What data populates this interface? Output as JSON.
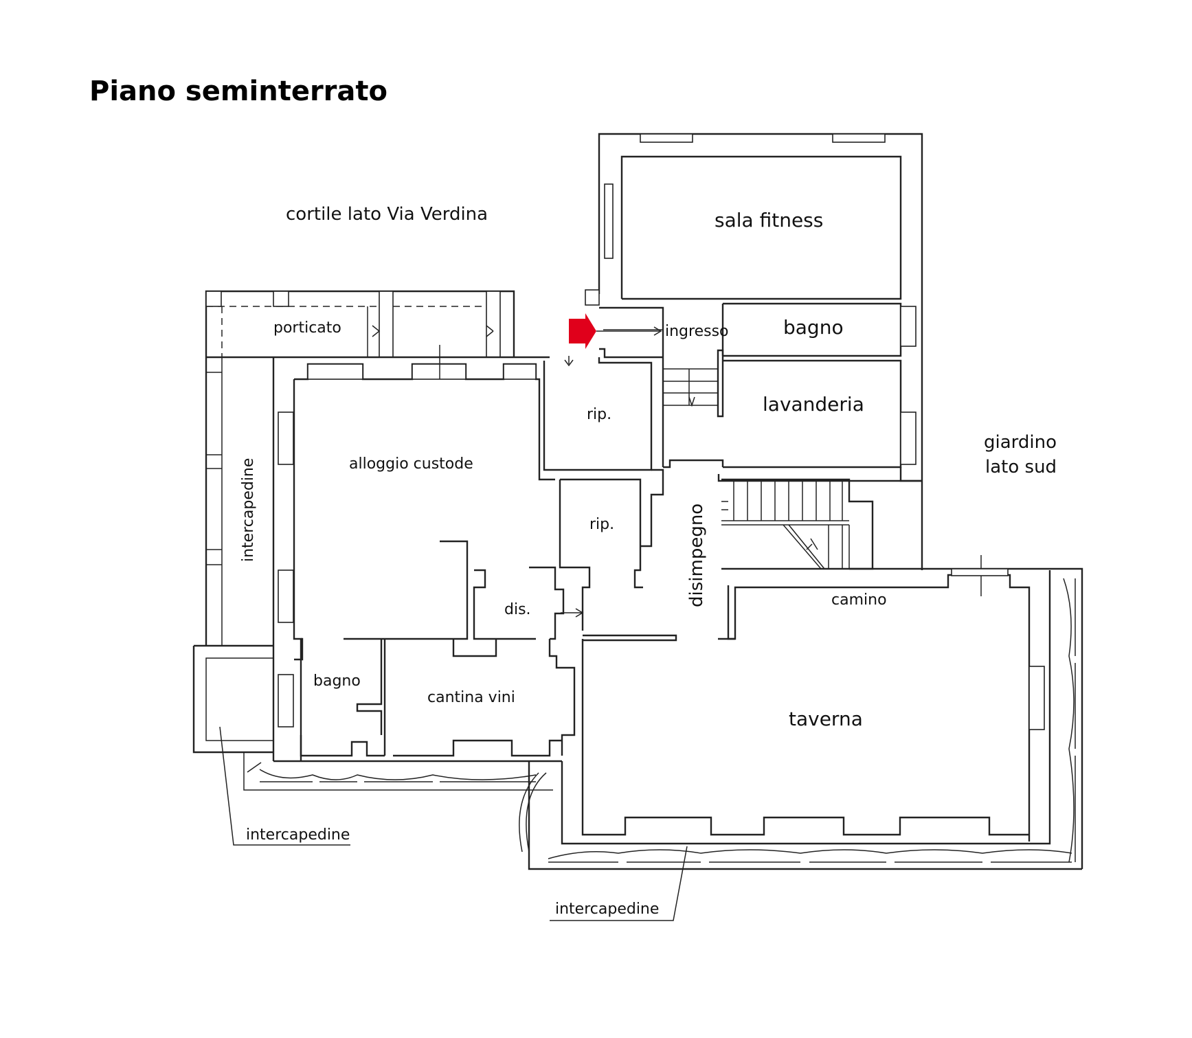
{
  "title": "Piano seminterrato",
  "colors": {
    "entrance_arrow": "#e0001b",
    "walls": "#222222"
  },
  "icons": {
    "entrance": "entrance-arrow-icon"
  },
  "rooms": {
    "sala_fitness": "sala fitness",
    "ingresso": "ingresso",
    "bagno_top": "bagno",
    "lavanderia": "lavanderia",
    "porticato": "porticato",
    "rip_upper": "rip.",
    "rip_lower": "rip.",
    "alloggio_custode": "alloggio custode",
    "intercapedine_left": "intercapedine",
    "disimpegno": "disimpegno",
    "dis": "dis.",
    "camino": "camino",
    "bagno_bottom": "bagno",
    "cantina_vini": "cantina vini",
    "taverna": "taverna",
    "intercapedine_bottom_left": "intercapedine",
    "intercapedine_bottom": "intercapedine"
  },
  "areas": {
    "cortile": "cortile lato Via Verdina",
    "giardino_line1": "giardino",
    "giardino_line2": "lato sud"
  }
}
